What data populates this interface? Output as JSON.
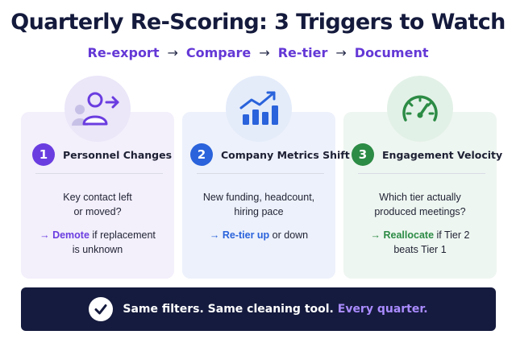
{
  "title": "Quarterly Re-Scoring: 3 Triggers to Watch",
  "steps": [
    "Re-export",
    "Compare",
    "Re-tier",
    "Document"
  ],
  "step_arrow": "→",
  "cards": [
    {
      "number": "1",
      "title": "Personnel Changes",
      "icon": "person-arrow-icon",
      "color": "#6a3de0",
      "question_lines": [
        "Key contact left",
        "or moved?"
      ],
      "action_arrow": "→",
      "action_highlight": "Demote",
      "action_rest": " if replacement",
      "action_line2": "is unknown"
    },
    {
      "number": "2",
      "title": "Company Metrics Shift",
      "icon": "trending-up-chart-icon",
      "color": "#2a63db",
      "question_lines": [
        "New funding, headcount,",
        "hiring pace"
      ],
      "action_arrow": "→",
      "action_highlight": "Re-tier up",
      "action_rest": " or down",
      "action_line2": ""
    },
    {
      "number": "3",
      "title": "Engagement Velocity",
      "icon": "speedometer-icon",
      "color": "#2c8b45",
      "question_lines": [
        "Which tier actually",
        "produced meetings?"
      ],
      "action_arrow": "→",
      "action_highlight": "Reallocate",
      "action_rest": " if Tier 2",
      "action_line2": "beats Tier 1"
    }
  ],
  "footer": {
    "text": "Same filters. Same cleaning tool.",
    "accent": "Every quarter."
  }
}
